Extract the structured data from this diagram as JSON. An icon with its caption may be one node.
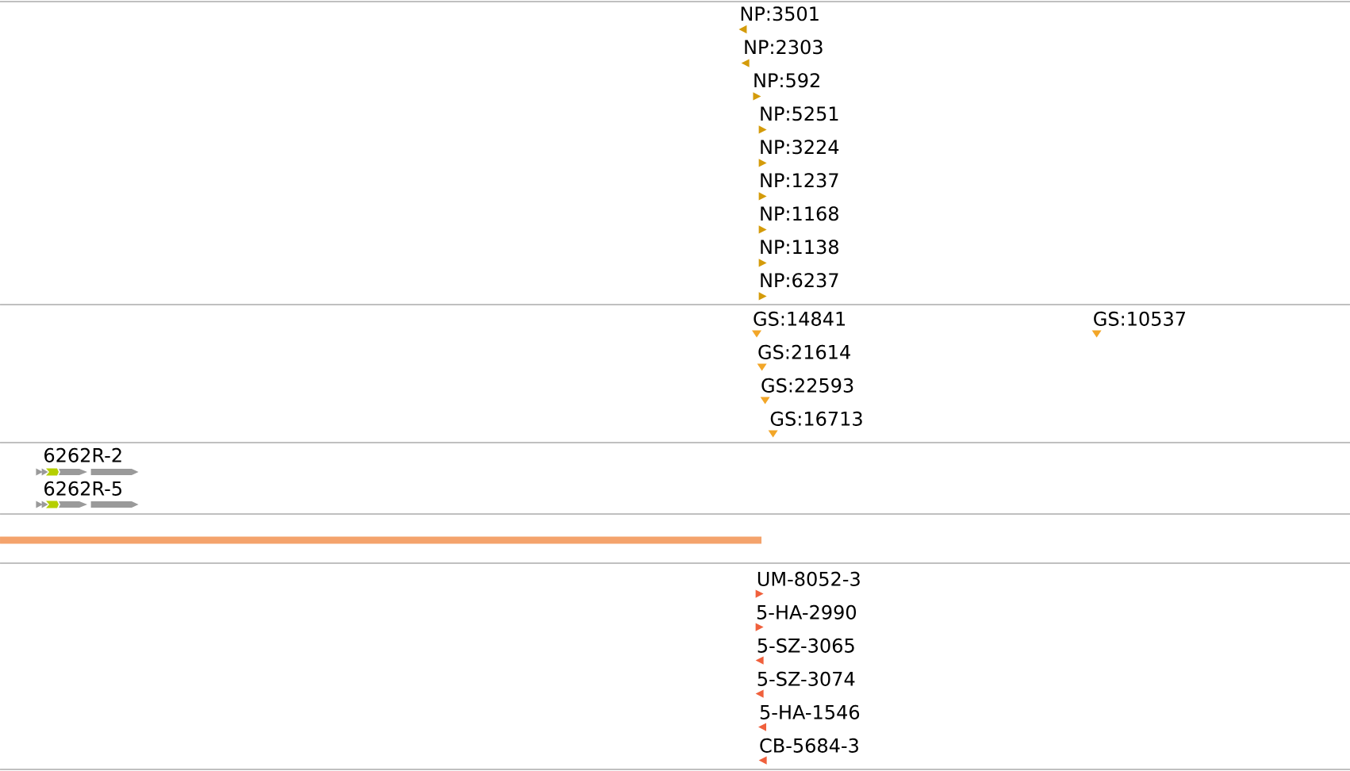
{
  "diagram": {
    "labels": [
      "NP:3501",
      "NP:2303",
      "NP:592",
      "NP:5251",
      "NP:3224",
      "NP:1237",
      "NP:1168",
      "NP:1138",
      "NP:6237",
      "GS:14841",
      "GS:10537",
      "GS:21614",
      "GS:22593",
      "GS:16713",
      "6262R-2",
      "6262R-5",
      "UM-8052-3",
      "5-HA-2990",
      "5-SZ-3065",
      "5-SZ-3074",
      "5-HA-1546",
      "CB-5684-3"
    ]
  }
}
